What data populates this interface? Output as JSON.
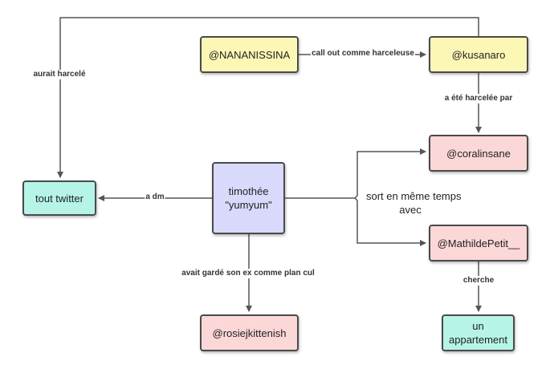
{
  "nodes": {
    "nananissina": "@NANANISSINA",
    "kusanaro": "@kusanaro",
    "coralinsane": "@coralinsane",
    "timothee_line1": "timothée",
    "timothee_line2": "\"yumyum\"",
    "tout_twitter": "tout twitter",
    "mathildepetit": "@MathildePetit__",
    "rosiejkittenish": "@rosiejkittenish",
    "appartement_line1": "un",
    "appartement_line2": "appartement"
  },
  "edges": {
    "call_out": "call out comme harceleuse",
    "aurait_harcele": "aurait harcelé",
    "a_ete_harcelee": "a été harcelée par",
    "a_dm": "a dm",
    "sort_line1": "sort en même temps",
    "sort_line2": "avec",
    "avait_garde": "avait gardé son ex comme plan cul",
    "cherche": "cherche"
  },
  "colors": {
    "line": "#555555",
    "yellow": "#fdf7b6",
    "pink": "#fcd7d7",
    "cyan": "#b6f4e8",
    "lavender": "#d9d9fb"
  }
}
